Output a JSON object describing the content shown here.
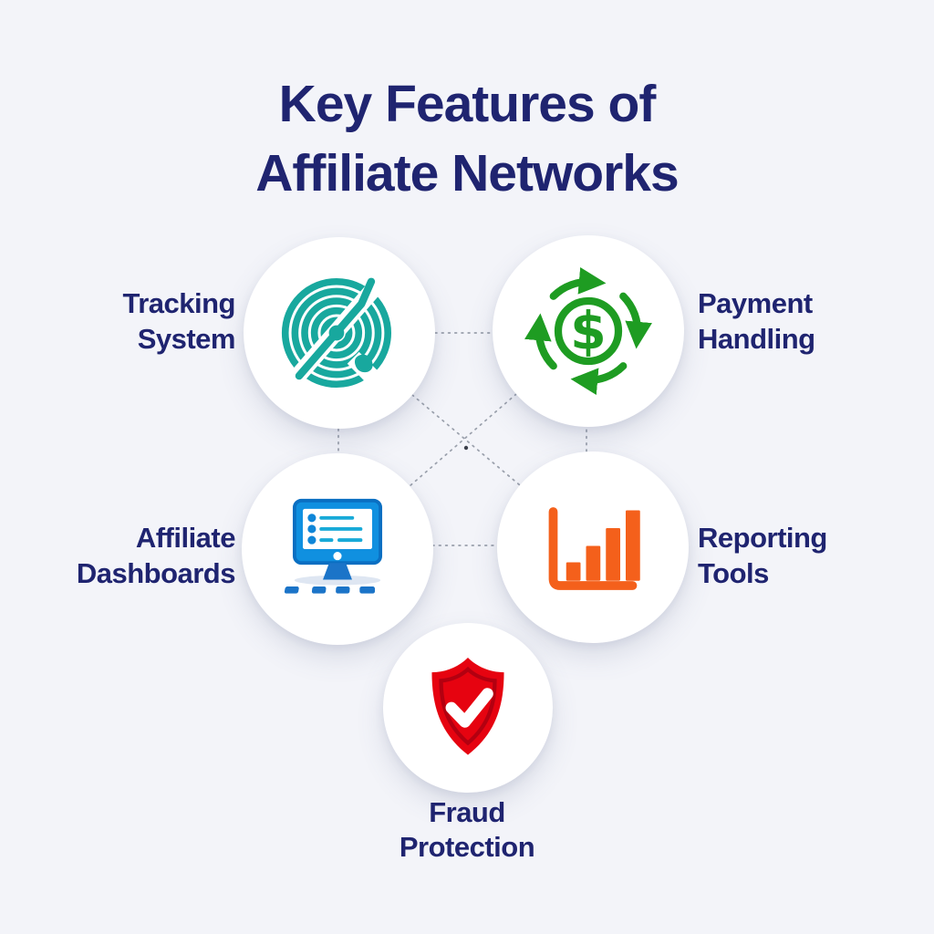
{
  "title": {
    "line1": "Key Features of",
    "line2": "Affiliate Networks"
  },
  "colors": {
    "background": "#F3F4F9",
    "heading": "#1F2470",
    "label": "#1F2470",
    "connector": "#9AA0AC",
    "circle_fill": "#FFFFFF",
    "teal": "#18A89E",
    "green": "#1E9C22",
    "blue": "#1090E0",
    "orange": "#F4601B",
    "red": "#E60310"
  },
  "features": [
    {
      "label": "Tracking System",
      "icon": "radar-tracking-icon",
      "accent": "#18A89E"
    },
    {
      "label": "Payment Handling",
      "icon": "dollar-cycle-icon",
      "accent": "#1E9C22",
      "symbol": "$"
    },
    {
      "label": "Affiliate Dashboards",
      "icon": "dashboard-monitor-icon",
      "accent": "#1090E0"
    },
    {
      "label": "Reporting Tools",
      "icon": "bar-chart-icon",
      "accent": "#F4601B"
    },
    {
      "label": "Fraud Protection",
      "icon": "shield-check-icon",
      "accent": "#E60310"
    }
  ]
}
